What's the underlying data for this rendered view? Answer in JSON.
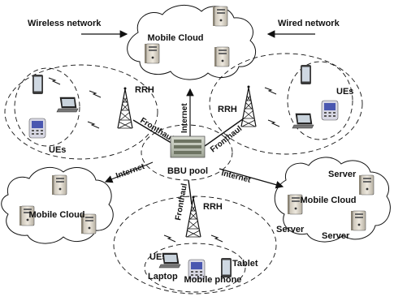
{
  "title_left": "Wireless network",
  "title_right": "Wired network",
  "top_cloud_label": "Mobile Cloud",
  "left_cloud_label": "Mobile Cloud",
  "right_cloud_label": "Mobile Cloud",
  "center_label": "BBU pool",
  "internet_label": "Internet",
  "fronthaul_label": "Fronthaul",
  "rrh_label": "RRH",
  "ues_label": "UEs",
  "server_label": "Server",
  "laptop_label": "Laptop",
  "tablet_label": "Tablet",
  "mobile_phone_label": "Mobile phone",
  "icons": [
    "server-icon",
    "tower-icon",
    "laptop-icon",
    "tablet-icon",
    "phone-icon",
    "bbu-rack-icon",
    "lightning-icon",
    "arrow-icon"
  ]
}
